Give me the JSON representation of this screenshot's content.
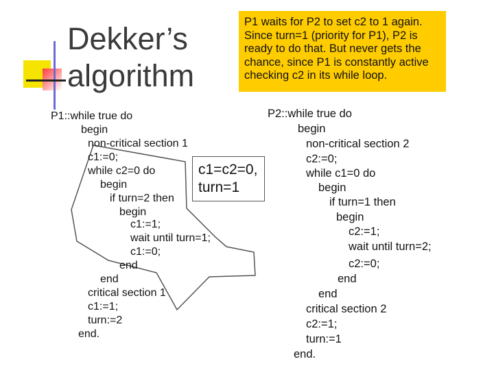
{
  "title": {
    "line1": "Dekker’s",
    "line2": "algorithm"
  },
  "note": "P1 waits for P2 to set c2 to 1 again. Since turn=1 (priority for P1), P2 is ready to do that. But never gets the chance, since P1 is constantly active checking c2 in its while loop.",
  "badge": {
    "line1": "c1=c2=0,",
    "line2": "turn=1"
  },
  "p1": [
    "P1::while true do",
    "begin",
    "non-critical section 1",
    "c1:=0;",
    "while c2=0 do",
    "begin",
    "if turn=2 then",
    "begin",
    "c1:=1;",
    "wait until turn=1;",
    "c1:=0;",
    "end",
    "end",
    "critical section 1",
    "c1:=1;",
    "turn:=2",
    "end."
  ],
  "p2": [
    "P2::while true do",
    "begin",
    "non-critical section 2",
    "c2:=0;",
    "while c1=0 do",
    "begin",
    "if turn=1 then",
    "begin",
    "c2:=1;",
    "wait until turn=2;",
    "c2:=0;",
    "end",
    "end",
    "critical section 2",
    "c2:=1;",
    "turn:=1",
    "end."
  ]
}
